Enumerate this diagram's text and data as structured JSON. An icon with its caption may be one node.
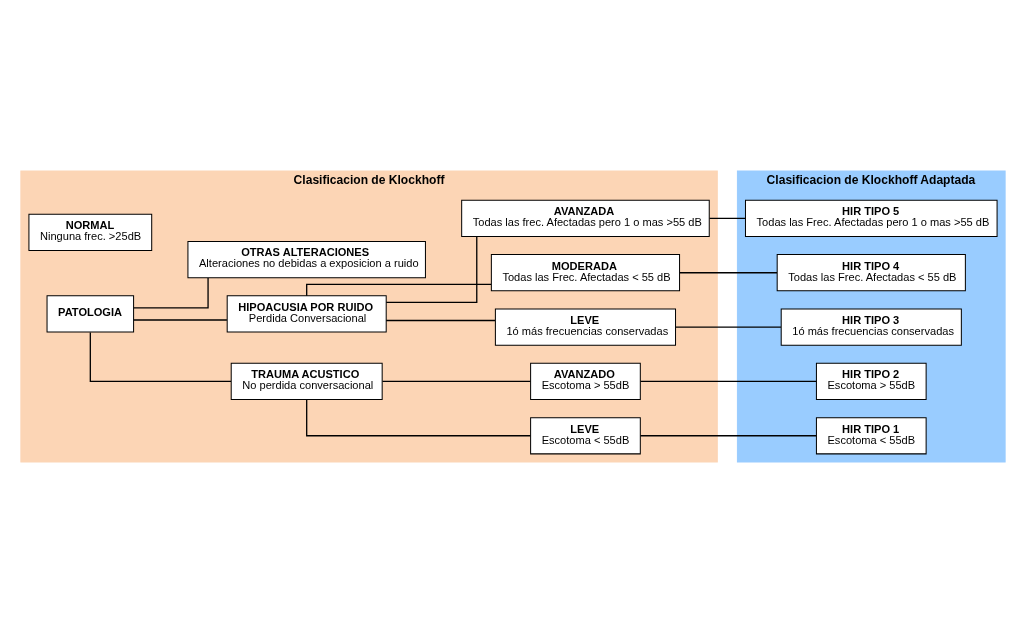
{
  "diagram": {
    "nodes": [
      {
        "text": [
          "Clasificacion de Klockhoff"
        ]
      },
      {
        "text": [
          "NORMAL",
          "Ninguna frec. >25dB"
        ],
        "in": 0
      },
      {
        "text": [
          "PATOLOGIA"
        ],
        "in": 0
      },
      {
        "text": [
          "TRAUMA ACUSTICO",
          "No perdida conversacional"
        ],
        "in": 0
      },
      {
        "text": [
          "HIPOACUSIA POR RUIDO",
          "Perdida Conversacional"
        ],
        "in": 0
      },
      {
        "text": [
          "OTRAS ALTERACIONES",
          "Alteraciones no debidas a exposicion a ruido"
        ],
        "in": 0
      },
      {
        "text": [
          "LEVE",
          "Escotoma < 55dB"
        ],
        "in": 0
      },
      {
        "text": [
          "AVANZADO",
          "Escotoma > 55dB"
        ],
        "in": 0
      },
      {
        "text": [
          "LEVE",
          "1ó más frecuencias conservadas"
        ],
        "in": 0
      },
      {
        "text": [
          "MODERADA",
          "Todas las Frec. Afectadas < 55 dB"
        ],
        "in": 0
      },
      {
        "text": [
          "AVANZADA",
          "Todas las frec. Afectadas pero 1 o mas >55 dB"
        ],
        "in": 0
      },
      {
        "text": [
          "Clasificacion de Klockhoff Adaptada"
        ]
      },
      {
        "text": [
          "HIR TIPO 1",
          "Escotoma < 55dB"
        ],
        "in": 11
      },
      {
        "text": [
          "HIR TIPO 2",
          "Escotoma > 55dB"
        ],
        "in": 11
      },
      {
        "text": [
          "HIR TIPO 3",
          "1ó más frecuencias conservadas"
        ],
        "in": 11
      },
      {
        "text": [
          "HIR TIPO 4",
          "Todas las Frec. Afectadas < 55 dB"
        ],
        "in": 11
      },
      {
        "text": [
          "HIR TIPO 5",
          "Todas las Frec. Afectadas pero 1 o mas >55 dB"
        ],
        "in": 11
      }
    ],
    "edges": [
      {
        "from": 2,
        "to": 3,
        "arrow": "none"
      },
      {
        "from": 2,
        "to": 4,
        "arrow": "none"
      },
      {
        "from": 2,
        "to": 5,
        "arrow": "none"
      },
      {
        "from": 3,
        "to": 6,
        "arrow": "none"
      },
      {
        "from": 3,
        "to": 7,
        "arrow": "none"
      },
      {
        "from": 4,
        "to": 8,
        "arrow": "none"
      },
      {
        "from": 4,
        "to": 9,
        "arrow": "none"
      },
      {
        "from": 4,
        "to": 10,
        "arrow": "none"
      },
      {
        "from": 6,
        "to": 12,
        "arrow": "none"
      },
      {
        "from": 7,
        "to": 13,
        "arrow": "none"
      },
      {
        "from": 8,
        "to": 14,
        "arrow": "none"
      },
      {
        "from": 9,
        "to": 15,
        "arrow": "none"
      },
      {
        "from": 10,
        "to": 16,
        "arrow": "none"
      }
    ]
  }
}
